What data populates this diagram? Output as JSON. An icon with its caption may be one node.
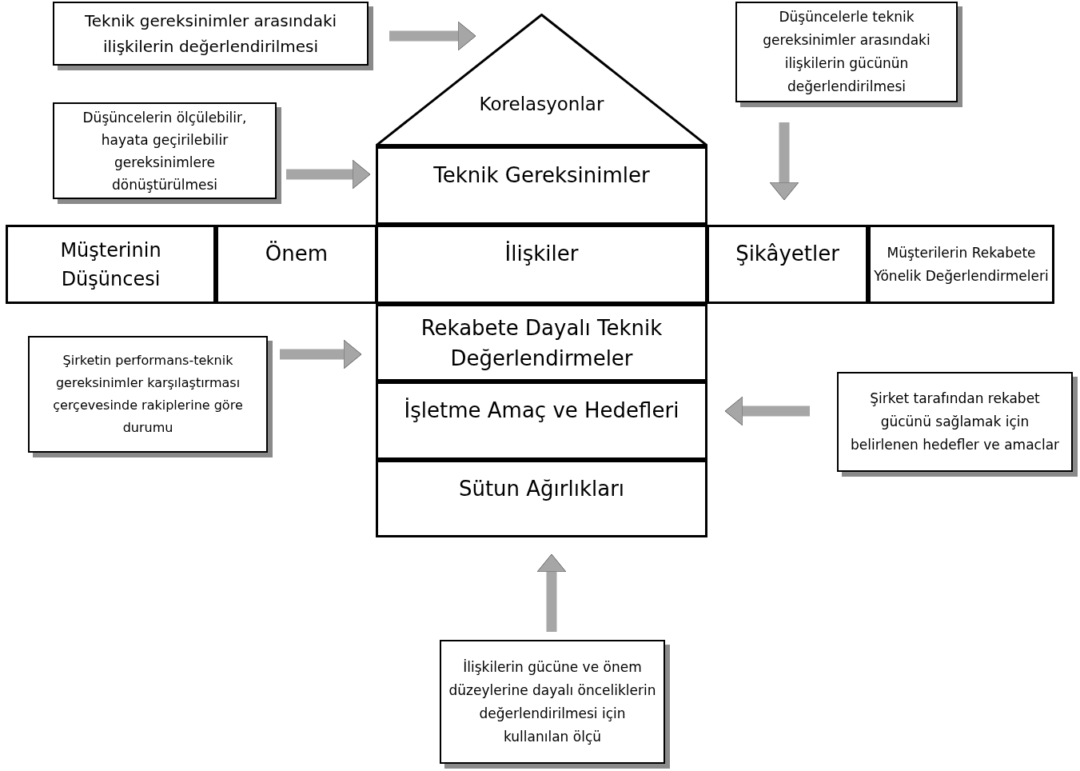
{
  "diagram": {
    "nodes": [
      {
        "text": [
          "Korelasyonlar"
        ]
      },
      {
        "text": [
          "Teknik Gereksinimler"
        ]
      },
      {
        "text": [
          "Müşterinin Düşüncesi"
        ]
      },
      {
        "text": [
          "Önem"
        ]
      },
      {
        "text": [
          "İlişkiler"
        ]
      },
      {
        "text": [
          "Şikâyetler"
        ]
      },
      {
        "text": [
          "Müşterilerin Rekabete Yönelik Değerlendirmeleri"
        ]
      },
      {
        "text": [
          "Rekabete Dayalı Teknik Değerlendirmeler"
        ]
      },
      {
        "text": [
          "İşletme Amaç ve Hedefleri"
        ]
      },
      {
        "text": [
          "Sütun Ağırlıkları"
        ]
      },
      {
        "text": [
          "Teknik gereksinimler arasındaki ilişkilerin değerlendirilmesi"
        ]
      },
      {
        "text": [
          "Düşüncelerle teknik gereksinimler arasındaki ilişkilerin gücünün değerlendirilmesi"
        ]
      },
      {
        "text": [
          "Düşüncelerin ölçülebilir, hayata geçirilebilir gereksinimlere dönüştürülmesi"
        ]
      },
      {
        "text": [
          "Şirketin performans-teknik gereksinimler karşılaştırması çerçevesinde rakiplerine göre durumu"
        ]
      },
      {
        "text": [
          "Şirket tarafından rekabet gücünü sağlamak için belirlenen hedefler ve amaclar"
        ]
      },
      {
        "text": [
          "İlişkilerin gücüne ve önem düzeylerine dayalı önceliklerin değerlendirilmesi için kullanılan ölçü"
        ]
      }
    ],
    "edges": [
      {
        "from": 10,
        "to": 0,
        "arrow": "to"
      },
      {
        "from": 11,
        "to": 5,
        "arrow": "to"
      },
      {
        "from": 12,
        "to": 1,
        "arrow": "to"
      },
      {
        "from": 13,
        "to": 7,
        "arrow": "to"
      },
      {
        "from": 14,
        "to": 8,
        "arrow": "to"
      },
      {
        "from": 15,
        "to": 9,
        "arrow": "to"
      }
    ]
  }
}
